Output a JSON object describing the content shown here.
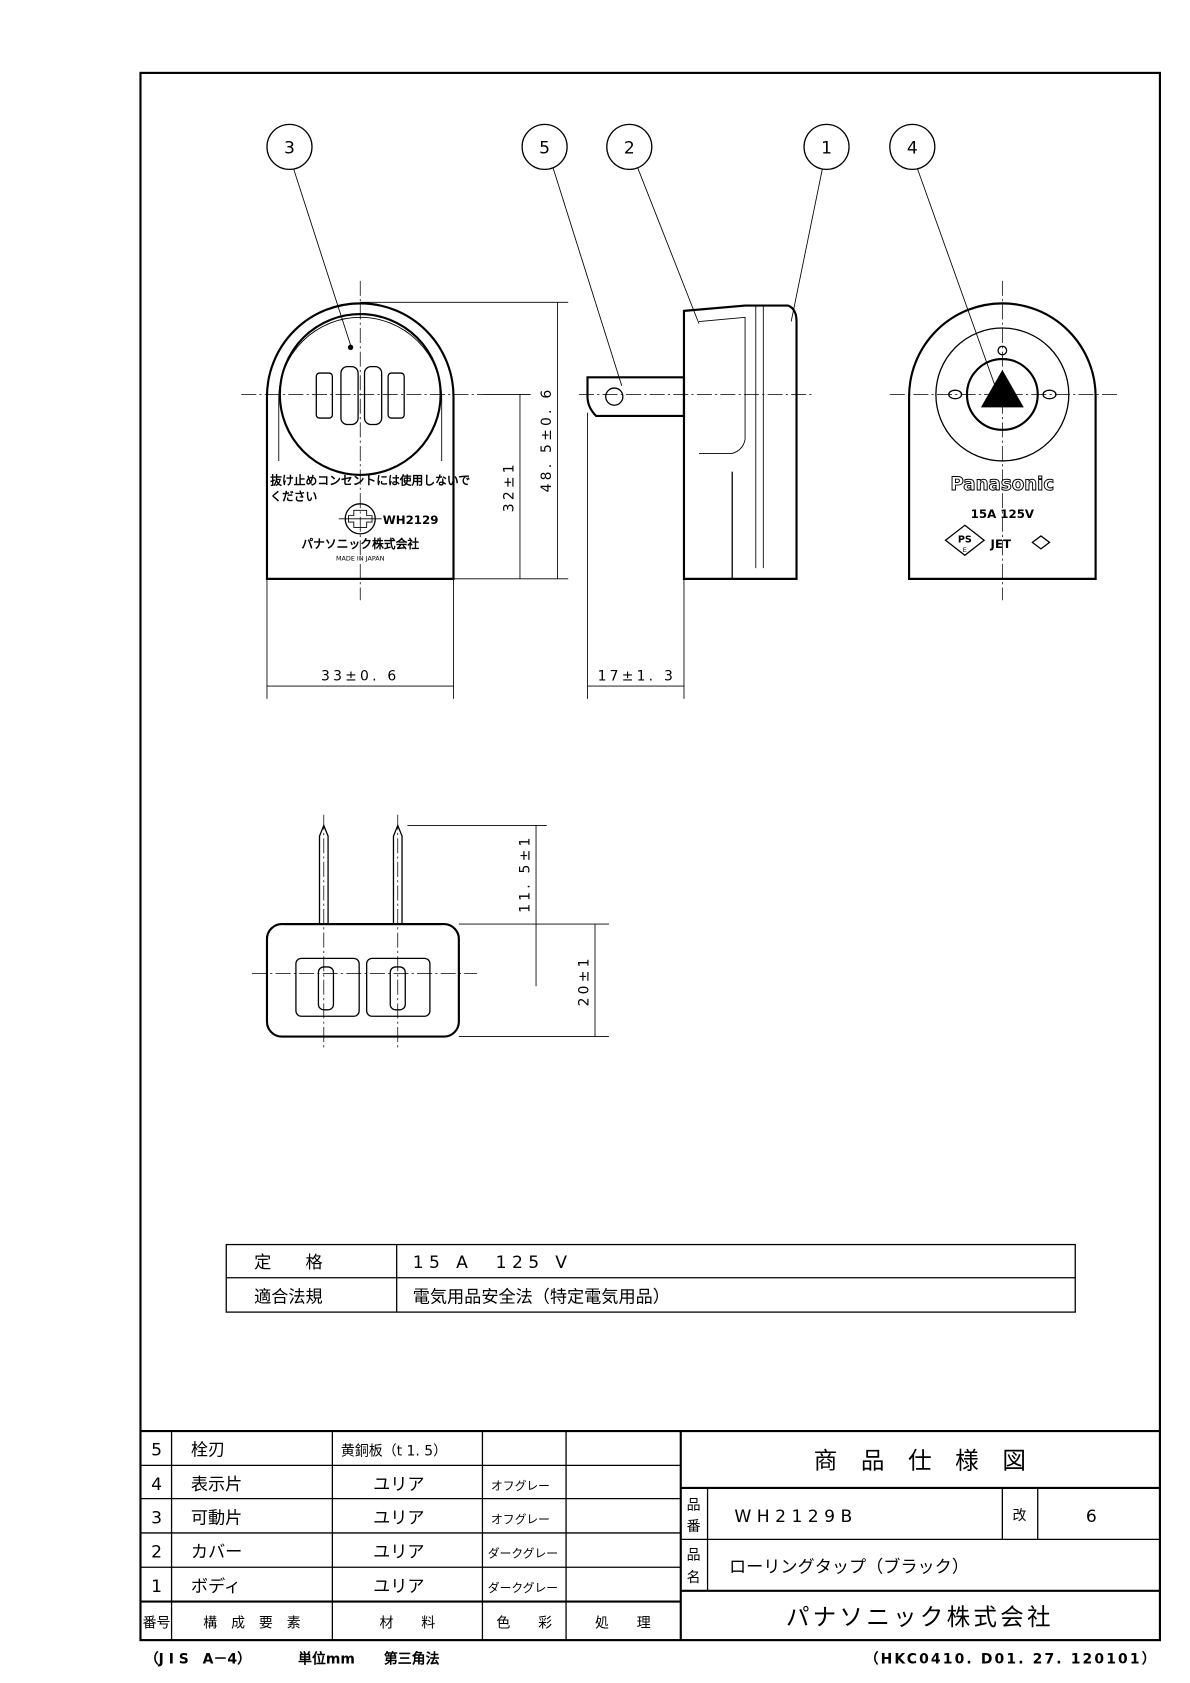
{
  "balloons": [
    "3",
    "5",
    "2",
    "1",
    "4"
  ],
  "front_view": {
    "warning_line1": "抜け止めコンセントには使用しないで",
    "warning_line2": "ください",
    "model_mark": "WH2129",
    "maker": "パナソニック株式会社",
    "origin": "MADE IN JAPAN"
  },
  "back_view": {
    "brand": "Panasonic",
    "rating": "15A 125V",
    "ps_mark": "PS",
    "ps_sub": "E",
    "jet_mark": "JET"
  },
  "dimensions": {
    "height": "48. 5±0. 6",
    "pin_center": "32±1",
    "width": "33±0. 6",
    "pin_length_side": "17±1. 3",
    "pin_length": "11. 5±1",
    "depth": "20±1"
  },
  "spec_table": [
    {
      "label": "定　　格",
      "value": "15 A　125 V"
    },
    {
      "label": "適合法規",
      "value": "電気用品安全法（特定電気用品）"
    }
  ],
  "parts_table": {
    "header": [
      "番号",
      "構　成　要　素",
      "材　　料",
      "色　　彩",
      "処　　理"
    ],
    "rows": [
      {
        "no": "5",
        "part": "栓刃",
        "material": "黄銅板（t 1. 5）",
        "color": "",
        "finish": ""
      },
      {
        "no": "4",
        "part": "表示片",
        "material": "ユリア",
        "color": "オフグレー",
        "finish": ""
      },
      {
        "no": "3",
        "part": "可動片",
        "material": "ユリア",
        "color": "オフグレー",
        "finish": ""
      },
      {
        "no": "2",
        "part": "カバー",
        "material": "ユリア",
        "color": "ダークグレー",
        "finish": ""
      },
      {
        "no": "1",
        "part": "ボディ",
        "material": "ユリア",
        "color": "ダークグレー",
        "finish": ""
      }
    ]
  },
  "title_block": {
    "title": "商　品　仕　様　図",
    "part_no_label_1": "品",
    "part_no_label_2": "番",
    "part_no": "W H 2 1 2 9 B",
    "rev_label": "改",
    "rev": "6",
    "name_label_1": "品",
    "name_label_2": "名",
    "name": "ローリングタップ（ブラック）",
    "company": "パナソニック株式会社"
  },
  "footer": {
    "paper": "（J I S　A－4）",
    "unit": "単位mm",
    "projection": "第三角法",
    "doc_code": "（HKC0410. D01. 27. 120101）"
  }
}
